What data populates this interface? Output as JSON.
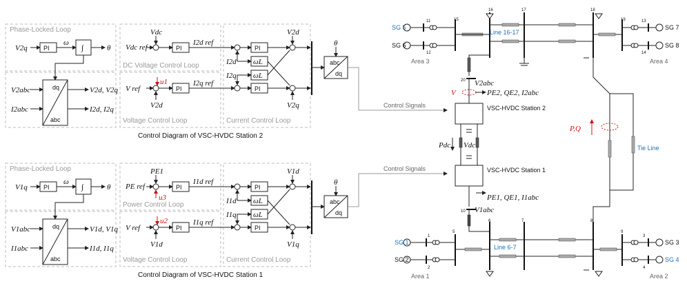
{
  "station2": {
    "caption": "Control Diagram of VSC-HVDC Station 2",
    "loops": {
      "pll": "Phase-Locked Loop",
      "dc": "DC Voltage Control Loop",
      "voltage": "Voltage Control Loop",
      "current": "Current Control Loop"
    },
    "signals": {
      "v2q": "V2q",
      "pi": "PI",
      "omega": "ω",
      "theta": "θ",
      "v2abc": "V2abc",
      "i2abc": "I2abc",
      "v2d_v2q": "V2d, V2q",
      "i2d_i2q": "I2d, I2q",
      "vdc_ref": "Vdc ref",
      "vdc": "Vdc",
      "i2d_ref": "I2d ref",
      "v_ref": "V ref",
      "u1": "u1",
      "v2d": "V2d",
      "i2q_ref": "I2q ref",
      "i2d": "I2d",
      "i2q": "I2q",
      "wl": "ωL",
      "v2d_top": "V2d",
      "v2q_bot": "V2q",
      "dq": "dq",
      "abc": "abc"
    }
  },
  "station1": {
    "caption": "Control Diagram of VSC-HVDC Station 1",
    "loops": {
      "pll": "Phase-Locked Loop",
      "power": "Power Control Loop",
      "voltage": "Voltage Control Loop",
      "current": "Current Control Loop"
    },
    "signals": {
      "v1q": "V1q",
      "pi": "PI",
      "omega": "ω",
      "theta": "θ",
      "v1abc": "V1abc",
      "i1abc": "I1abc",
      "v1d_v1q": "V1d, V1q",
      "i1d_i1q": "I1d, I1q",
      "pe1": "PE1",
      "pe_ref": "PE ref",
      "u3": "u3",
      "i1d_ref": "I1d ref",
      "v_ref": "V ref",
      "u2": "u2",
      "v1d": "V1d",
      "i1q_ref": "I1q ref",
      "i1d": "I1d",
      "i1q": "I1q",
      "wl": "ωL",
      "v1d_top": "V1d",
      "v1q_bot": "V1q",
      "dq": "dq",
      "abc": "abc"
    }
  },
  "grid": {
    "control_signals_top": "Control Signals",
    "control_signals_bot": "Control Signals",
    "station2_label": "VSC-HVDC Station 2",
    "station1_label": "VSC-HVDC Station 1",
    "v_label": "V",
    "pe2_label": "PE2, QE2, I2abc",
    "pe1_label": "PE1, QE1, I1abc",
    "v2abc": "V2abc",
    "v1abc": "V1abc",
    "pdc": "Pdc",
    "vdc": "Vdc",
    "pq": "P,Q",
    "tie_line": "Tie Line",
    "line1617": "Line 16-17",
    "line67": "Line 6-7",
    "areas": [
      "Area 3",
      "Area 4",
      "Area 1",
      "Area 2"
    ],
    "generators": [
      "SG 5",
      "SG 6",
      "SG 7",
      "SG 8",
      "SG 1",
      "SG 2",
      "SG 3",
      "SG 4"
    ],
    "nodes": [
      "11",
      "12",
      "15",
      "16",
      "17",
      "18",
      "19",
      "13",
      "14",
      "20",
      "10",
      "1",
      "2",
      "5",
      "6",
      "7",
      "8",
      "9",
      "3",
      "4"
    ],
    "colors": {
      "blue": "#1f6fb5",
      "red": "#d01010",
      "gray_loop": "#bdbdbd"
    }
  }
}
